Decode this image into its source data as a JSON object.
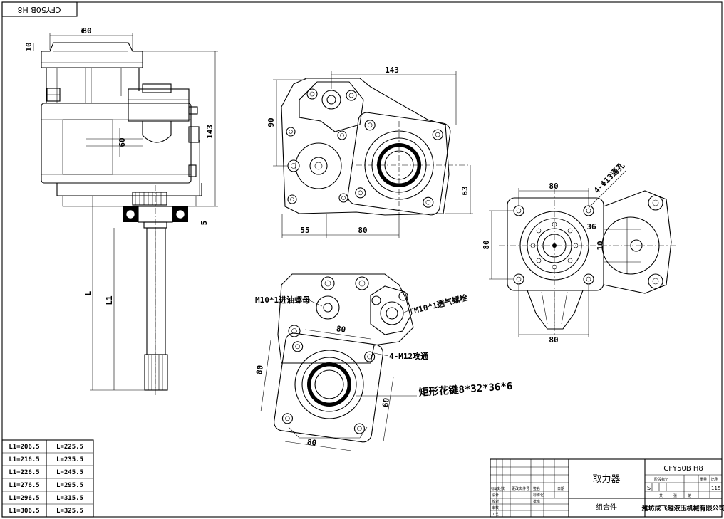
{
  "corner_code": "CFY50B H8",
  "dimensions": {
    "flange_width": "80",
    "top_offset": "10",
    "overall_height": "143",
    "shaft_center": "60",
    "bottom_gap": "5",
    "length_L": "L",
    "length_L1": "L1",
    "front_width": "143",
    "front_height": "90",
    "front_left": "55",
    "front_right": "80",
    "front_side": "63",
    "side_top": "80",
    "side_left": "80",
    "side_36": "36",
    "side_10": "10",
    "side_bottom": "80",
    "iso_top": "80",
    "iso_left": "80",
    "iso_right": "60",
    "iso_bottom": "80"
  },
  "callouts": {
    "mount_holes": "4-Φ13通孔",
    "oil_port": "M10*1进油螺母",
    "vent_plug": "M10*1透气螺栓",
    "tapped_holes": "4-M12攻通",
    "spline": "矩形花键8*32*36*6"
  },
  "length_table": [
    [
      "L1=206.5",
      "L=225.5"
    ],
    [
      "L1=216.5",
      "L=235.5"
    ],
    [
      "L1=226.5",
      "L=245.5"
    ],
    [
      "L1=276.5",
      "L=295.5"
    ],
    [
      "L1=296.5",
      "L=315.5"
    ],
    [
      "L1=306.5",
      "L=325.5"
    ]
  ],
  "title_block": {
    "product_name": "取力器",
    "drawing_number": "CFY50B H8",
    "assembly": "组合件",
    "company": "潍坊成飞越液压机械有限公司",
    "stage": "S",
    "weight": "115"
  },
  "title_block_labels": {
    "mark": "标记",
    "qty": "处数",
    "file_no": "更改文件号",
    "sign": "签名",
    "date": "日期",
    "design": "设计",
    "check": "校对",
    "review": "审核",
    "process": "工艺",
    "standard": "标准化",
    "approve": "批准",
    "stage_mark": "阶段标记",
    "weight_lbl": "重量",
    "scale_lbl": "比例",
    "total": "共",
    "sheet": "张",
    "page": "第"
  }
}
